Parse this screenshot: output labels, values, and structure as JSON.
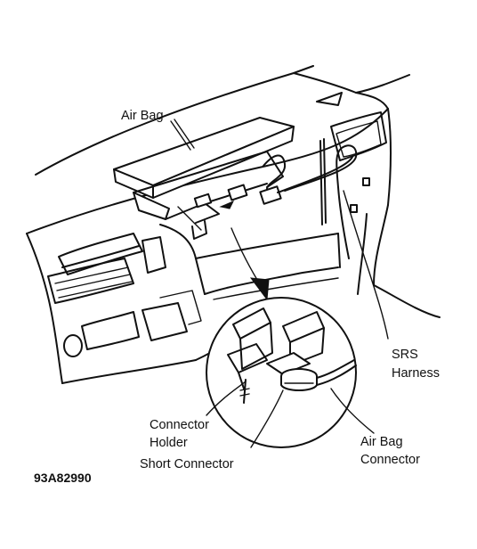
{
  "labels": {
    "air_bag": "Air Bag",
    "srs_harness_line1": "SRS",
    "srs_harness_line2": "Harness",
    "connector_holder_line1": "Connector",
    "connector_holder_line2": "Holder",
    "short_connector": "Short Connector",
    "air_bag_connector_line1": "Air Bag",
    "air_bag_connector_line2": "Connector"
  },
  "figure_code": "93A82990",
  "colors": {
    "ink": "#111111",
    "paper": "#ffffff"
  }
}
